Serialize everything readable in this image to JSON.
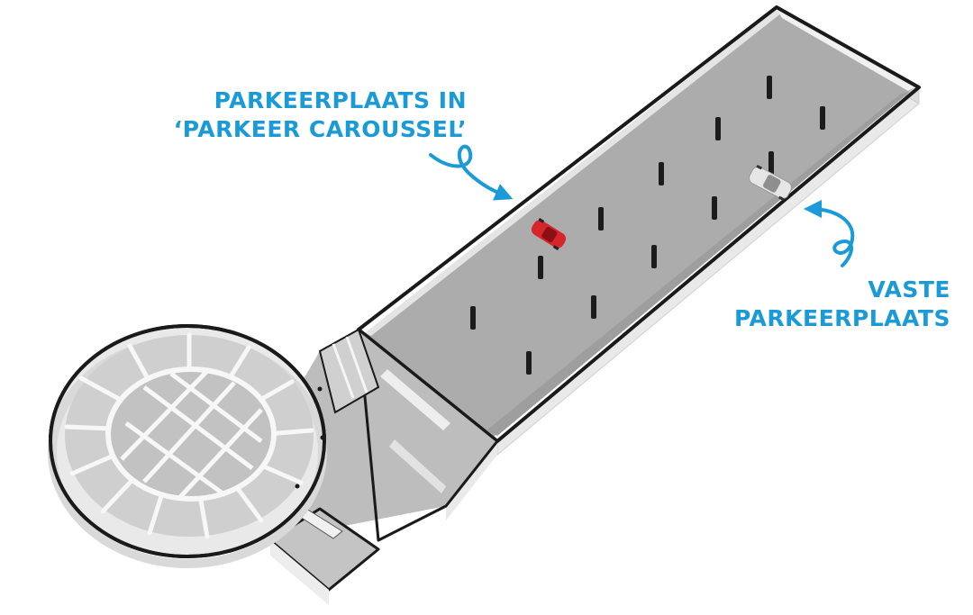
{
  "annotations": {
    "carousel": {
      "line1": "PARKEERPLAATS IN",
      "line2": "‘PARKEER CAROUSSEL’"
    },
    "fixed": {
      "line1": "VASTE",
      "line2": "PARKEERPLAATS"
    }
  },
  "colors": {
    "accent": "#1a9ad6",
    "floor": "#a9a9a9",
    "wall": "#f2f2f2",
    "outline": "#1a1a1a",
    "car_red": "#d7262b",
    "car_white": "#e6e6e6"
  }
}
